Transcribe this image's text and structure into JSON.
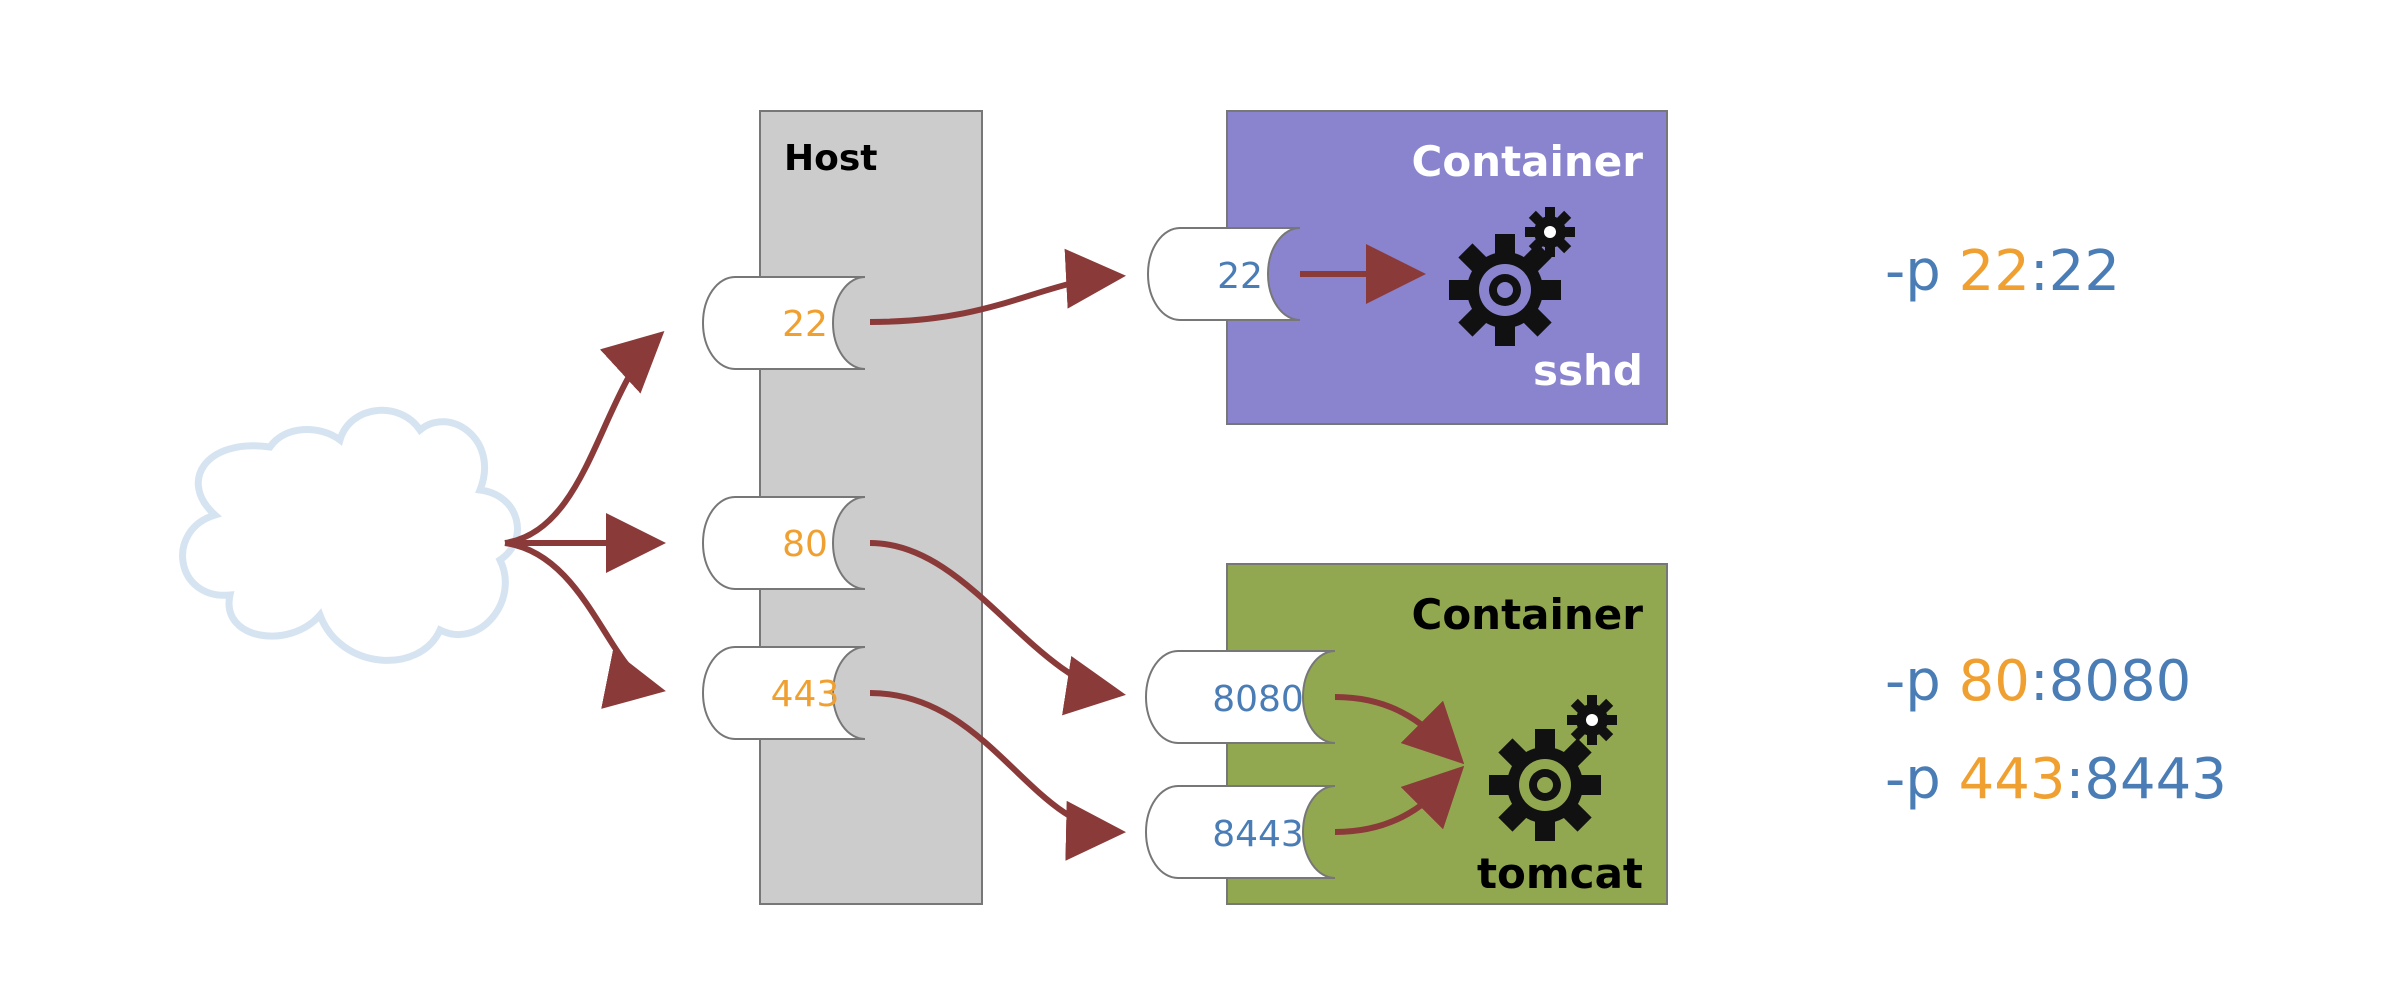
{
  "host": {
    "label": "Host"
  },
  "host_ports": [
    "22",
    "80",
    "443"
  ],
  "containers": [
    {
      "label": "Container",
      "service": "sshd",
      "ports": [
        "22"
      ],
      "color": "#8a84cf"
    },
    {
      "label": "Container",
      "service": "tomcat",
      "ports": [
        "8080",
        "8443"
      ],
      "color": "#92a850"
    }
  ],
  "mappings": [
    {
      "flag": "-p",
      "host": "22",
      "sep": ":",
      "container": "22"
    },
    {
      "flag": "-p",
      "host": "80",
      "sep": ":",
      "container": "8080"
    },
    {
      "flag": "-p",
      "host": "443",
      "sep": ":",
      "container": "8443"
    }
  ],
  "colors": {
    "arrow": "#8b3a3a",
    "host_port_text": "#f0a030",
    "container_port_text": "#4a7db5",
    "host_box": "#cccccc",
    "cloud": "#d6e4f2"
  }
}
